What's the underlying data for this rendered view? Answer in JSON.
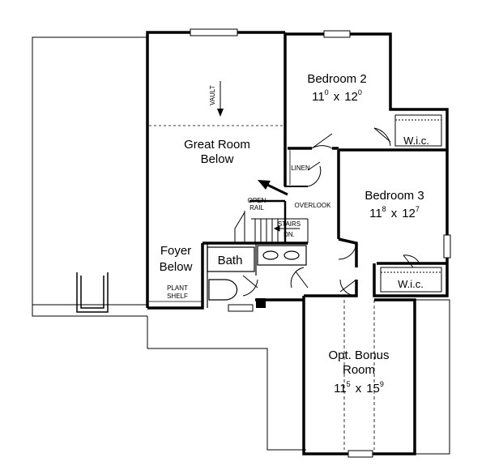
{
  "rooms": {
    "bedroom2": {
      "name": "Bedroom 2",
      "w_ft": "11",
      "w_in": "0",
      "by": "x",
      "d_ft": "12",
      "d_in": "0"
    },
    "bedroom3": {
      "name": "Bedroom 3",
      "w_ft": "11",
      "w_in": "8",
      "by": "x",
      "d_ft": "12",
      "d_in": "7"
    },
    "bonus": {
      "line1": "Opt. Bonus",
      "line2": "Room",
      "w_ft": "11",
      "w_in": "5",
      "by": "x",
      "d_ft": "15",
      "d_in": "9"
    },
    "great_room": {
      "line1": "Great Room",
      "line2": "Below"
    },
    "foyer": {
      "line1": "Foyer",
      "line2": "Below"
    },
    "bath": "Bath",
    "wic_top": "W.i.c.",
    "wic_bottom": "W.i.c."
  },
  "labels": {
    "vault": "VAULT",
    "linen": "LINEN",
    "open_rail_1": "OPEN",
    "open_rail_2": "RAIL",
    "overlook": "OVERLOOK",
    "stairs_1": "STAIRS",
    "stairs_2": "DN.",
    "plant_shelf_1": "PLANT",
    "plant_shelf_2": "SHELF"
  }
}
